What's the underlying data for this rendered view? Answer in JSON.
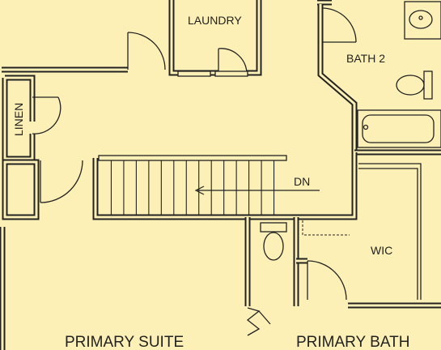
{
  "plan": {
    "rooms": {
      "laundry": "LAUNDRY",
      "bath_2": "BATH 2",
      "linen": "LINEN",
      "wic": "WIC",
      "primary_suite": "PRIMARY SUITE",
      "primary_bath": "PRIMARY BATH"
    },
    "stairs": {
      "direction_label": "DN",
      "tread_count": 15
    },
    "colors": {
      "floor": "#fdf0b6",
      "wall": "#222222"
    }
  }
}
